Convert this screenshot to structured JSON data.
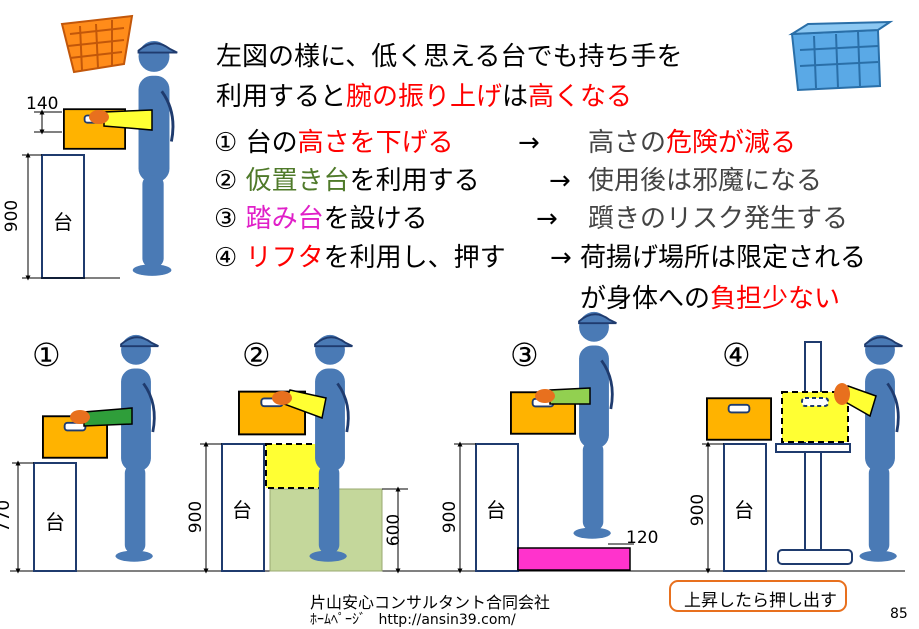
{
  "intro": {
    "line1": "左図の様に、低く思える台でも持ち手を",
    "line2_a": "利用すると",
    "line2_b": "腕の振り上げ",
    "line2_c": "は",
    "line2_d": "高くなる"
  },
  "items": [
    {
      "num": "①",
      "a": "台の",
      "b": "高さを下げる",
      "arrow": "→",
      "c": "高さの",
      "d": "危険が減る",
      "e": ""
    },
    {
      "num": "②",
      "a": "",
      "b": "仮置き台",
      "c2": "を利用する",
      "arrow": "→",
      "c": "使用後は邪魔になる"
    },
    {
      "num": "③",
      "a": "",
      "b": "踏み台",
      "c2": "を設ける",
      "arrow": "→",
      "c": "躓きのリスク発生する"
    },
    {
      "num": "④",
      "a": "",
      "b": "リフタ",
      "c2": "を利用し、押す",
      "arrow": "→",
      "c": "荷揚げ場所は限定される"
    }
  ],
  "item4_line2_a": "が身体への",
  "item4_line2_b": "負担少ない",
  "top_figure": {
    "dim_handle": "140",
    "dim_table": "900",
    "table_label": "台"
  },
  "panels": [
    {
      "num": "①",
      "dim_table": "770",
      "table_label": "台"
    },
    {
      "num": "②",
      "dim_table": "900",
      "dim_stand": "600",
      "table_label": "台"
    },
    {
      "num": "③",
      "dim_table": "900",
      "dim_step": "120",
      "table_label": "台"
    },
    {
      "num": "④",
      "dim_table": "900",
      "table_label": "台"
    }
  ],
  "callout": "上昇したら押し出す",
  "footer": {
    "company": "片山安心コンサルタント合同会社",
    "homepage_label": "ﾎｰﾑﾍﾟｰｼﾞ",
    "url": "http://ansin39.com/"
  },
  "page_number": "85",
  "colors": {
    "person": "#4a7ab5",
    "crate": "#ffb300",
    "arm_yellow": "#ffff33",
    "arm_green": "#2f9e3a",
    "arm_lightgreen": "#92d050",
    "hand": "#e8701e",
    "stand": "#c4d79b",
    "step": "#ff33cc",
    "table_border": "#1f3b6e",
    "callout_border": "#e8701e",
    "red_text": "#ff0000"
  }
}
